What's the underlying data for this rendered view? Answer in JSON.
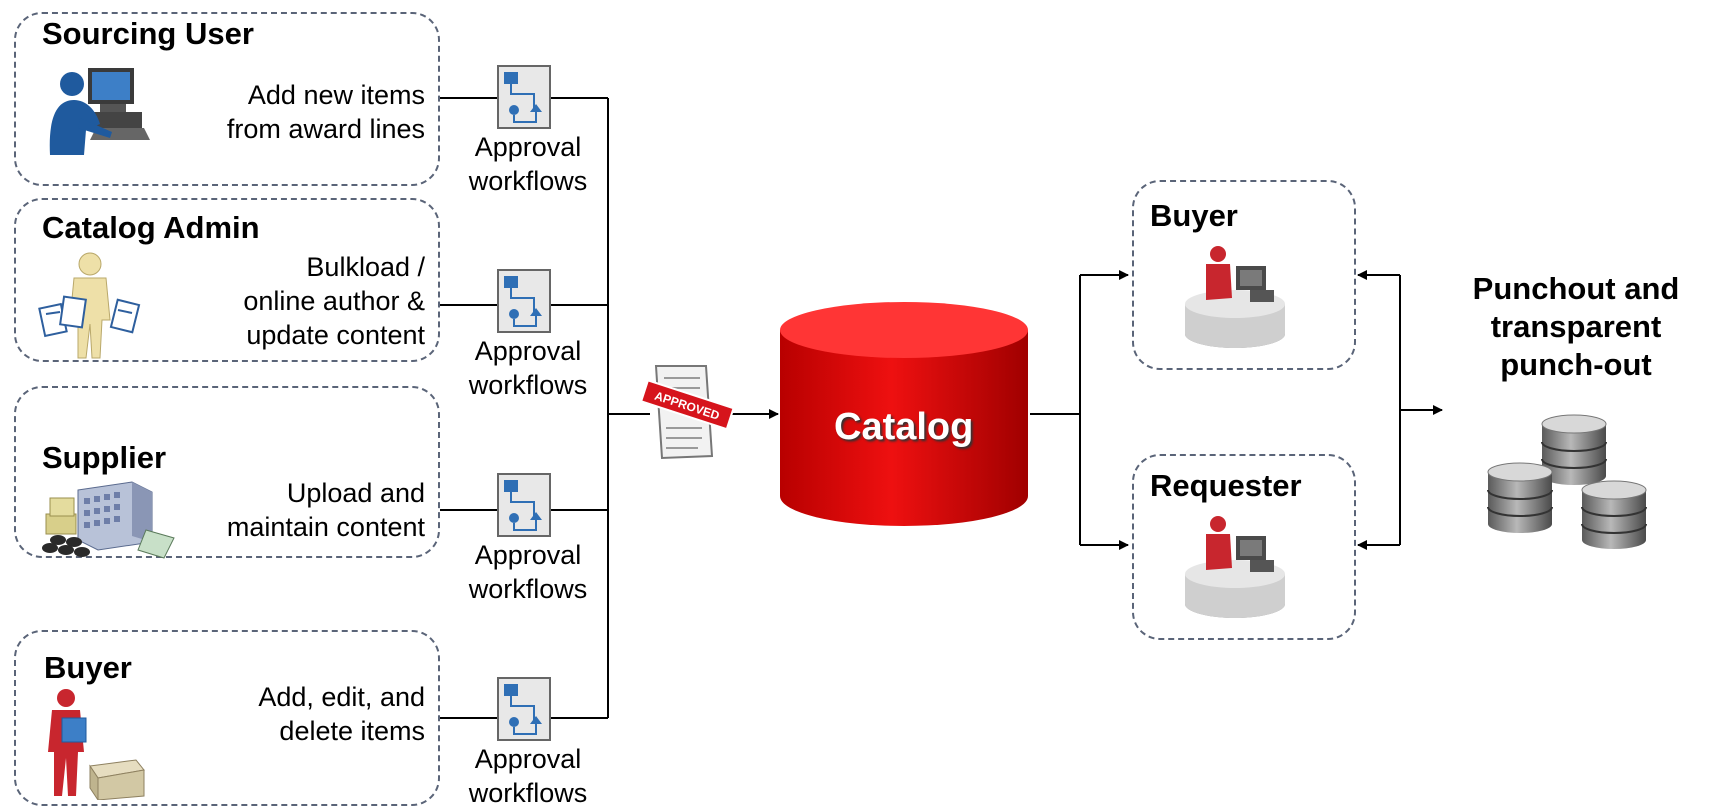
{
  "sources": [
    {
      "title": "Sourcing User",
      "desc": [
        "Add new items",
        "from award lines"
      ],
      "icon": "computer-user-icon"
    },
    {
      "title": "Catalog Admin",
      "desc": [
        "Bulkload /",
        "online author &",
        "update content"
      ],
      "icon": "admin-documents-icon"
    },
    {
      "title": "Supplier",
      "desc": [
        "Upload and",
        "maintain content"
      ],
      "icon": "factory-icon"
    },
    {
      "title": "Buyer",
      "desc": [
        "Add, edit, and",
        "delete items"
      ],
      "icon": "buyer-box-icon"
    }
  ],
  "workflow": {
    "line1": "Approval",
    "line2": "workflows",
    "icon": "workflow-icon"
  },
  "approved_stamp": {
    "text": "APPROVED",
    "icon": "approved-document-icon"
  },
  "catalog": {
    "label": "Catalog",
    "color": "#d40000"
  },
  "consumers": [
    {
      "title": "Buyer",
      "icon": "workstation-user-icon"
    },
    {
      "title": "Requester",
      "icon": "workstation-user-icon"
    }
  ],
  "punchout": {
    "lines": [
      "Punchout and",
      "transparent",
      "punch-out"
    ],
    "icon": "database-stack-icon"
  }
}
